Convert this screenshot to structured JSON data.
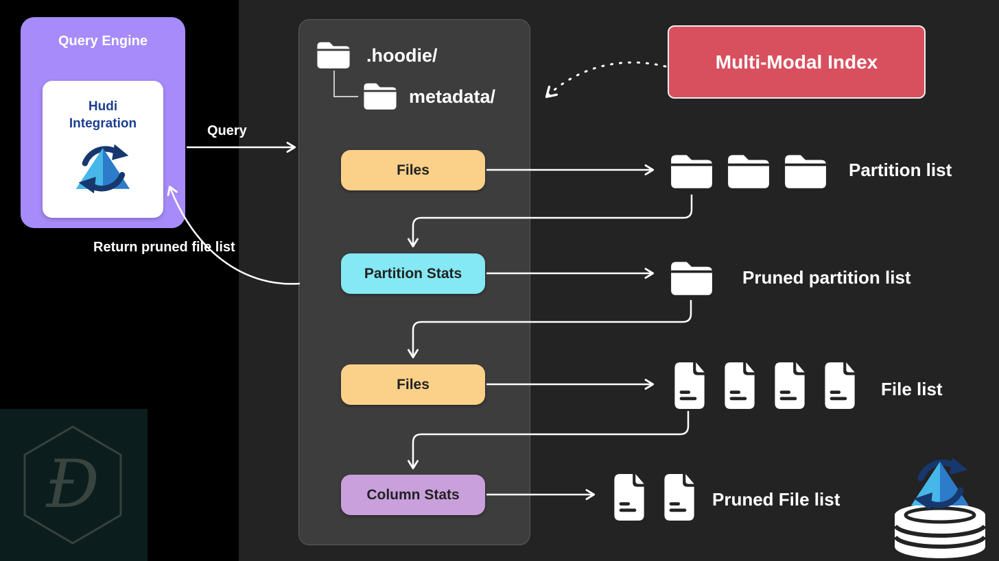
{
  "theme": {
    "background": "#232323",
    "left_strip": "#000000",
    "panel_bg": "#3d3d3d",
    "query_engine_purple": "#a78bfa",
    "files_box_orange": "#fbd089",
    "partition_stats_cyan": "#84e9f4",
    "column_stats_purple": "#c9a0dc",
    "index_red": "#d8505e",
    "hudi_text_blue": "#1d3f8f"
  },
  "query_engine": {
    "title": "Query Engine",
    "integration_label": "Hudi\nIntegration"
  },
  "arrows": {
    "query_label": "Query",
    "return_label": "Return pruned file list"
  },
  "metadata_panel": {
    "root_folder": ".hoodie/",
    "sub_folder": "metadata/",
    "stages": [
      {
        "label": "Files",
        "color": "#fbd089"
      },
      {
        "label": "Partition Stats",
        "color": "#84e9f4"
      },
      {
        "label": "Files",
        "color": "#fbd089"
      },
      {
        "label": "Column Stats",
        "color": "#c9a0dc"
      }
    ]
  },
  "index_box": {
    "label": "Multi-Modal Index",
    "color": "#d8505e"
  },
  "outputs": [
    {
      "label": "Partition list",
      "icon": "folder-icon",
      "count": 3
    },
    {
      "label": "Pruned partition list",
      "icon": "folder-icon",
      "count": 1
    },
    {
      "label": "File list",
      "icon": "file-icon",
      "count": 4
    },
    {
      "label": "Pruned File list",
      "icon": "file-icon",
      "count": 2
    }
  ]
}
